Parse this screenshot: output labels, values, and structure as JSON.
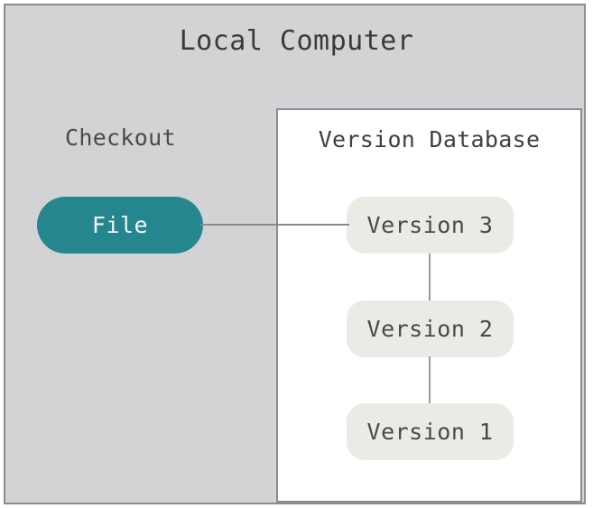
{
  "diagram": {
    "title": "Local Computer",
    "background_color": "#d3d2d5",
    "frame_border_color": "#8c8c92"
  },
  "checkout": {
    "label": "Checkout",
    "file_node": {
      "label": "File",
      "fill_color": "#26868f",
      "text_color": "#f2f6f7"
    }
  },
  "version_database": {
    "title": "Version Database",
    "panel_background": "#ffffff",
    "node_fill_color": "#eceae4",
    "node_text_color": "#4a4a4c",
    "versions": [
      {
        "label": "Version 3"
      },
      {
        "label": "Version 2"
      },
      {
        "label": "Version 1"
      }
    ]
  },
  "connectors": {
    "color": "#8c8a88",
    "file_to_version3": "",
    "version3_to_version2": "",
    "version2_to_version1": ""
  }
}
